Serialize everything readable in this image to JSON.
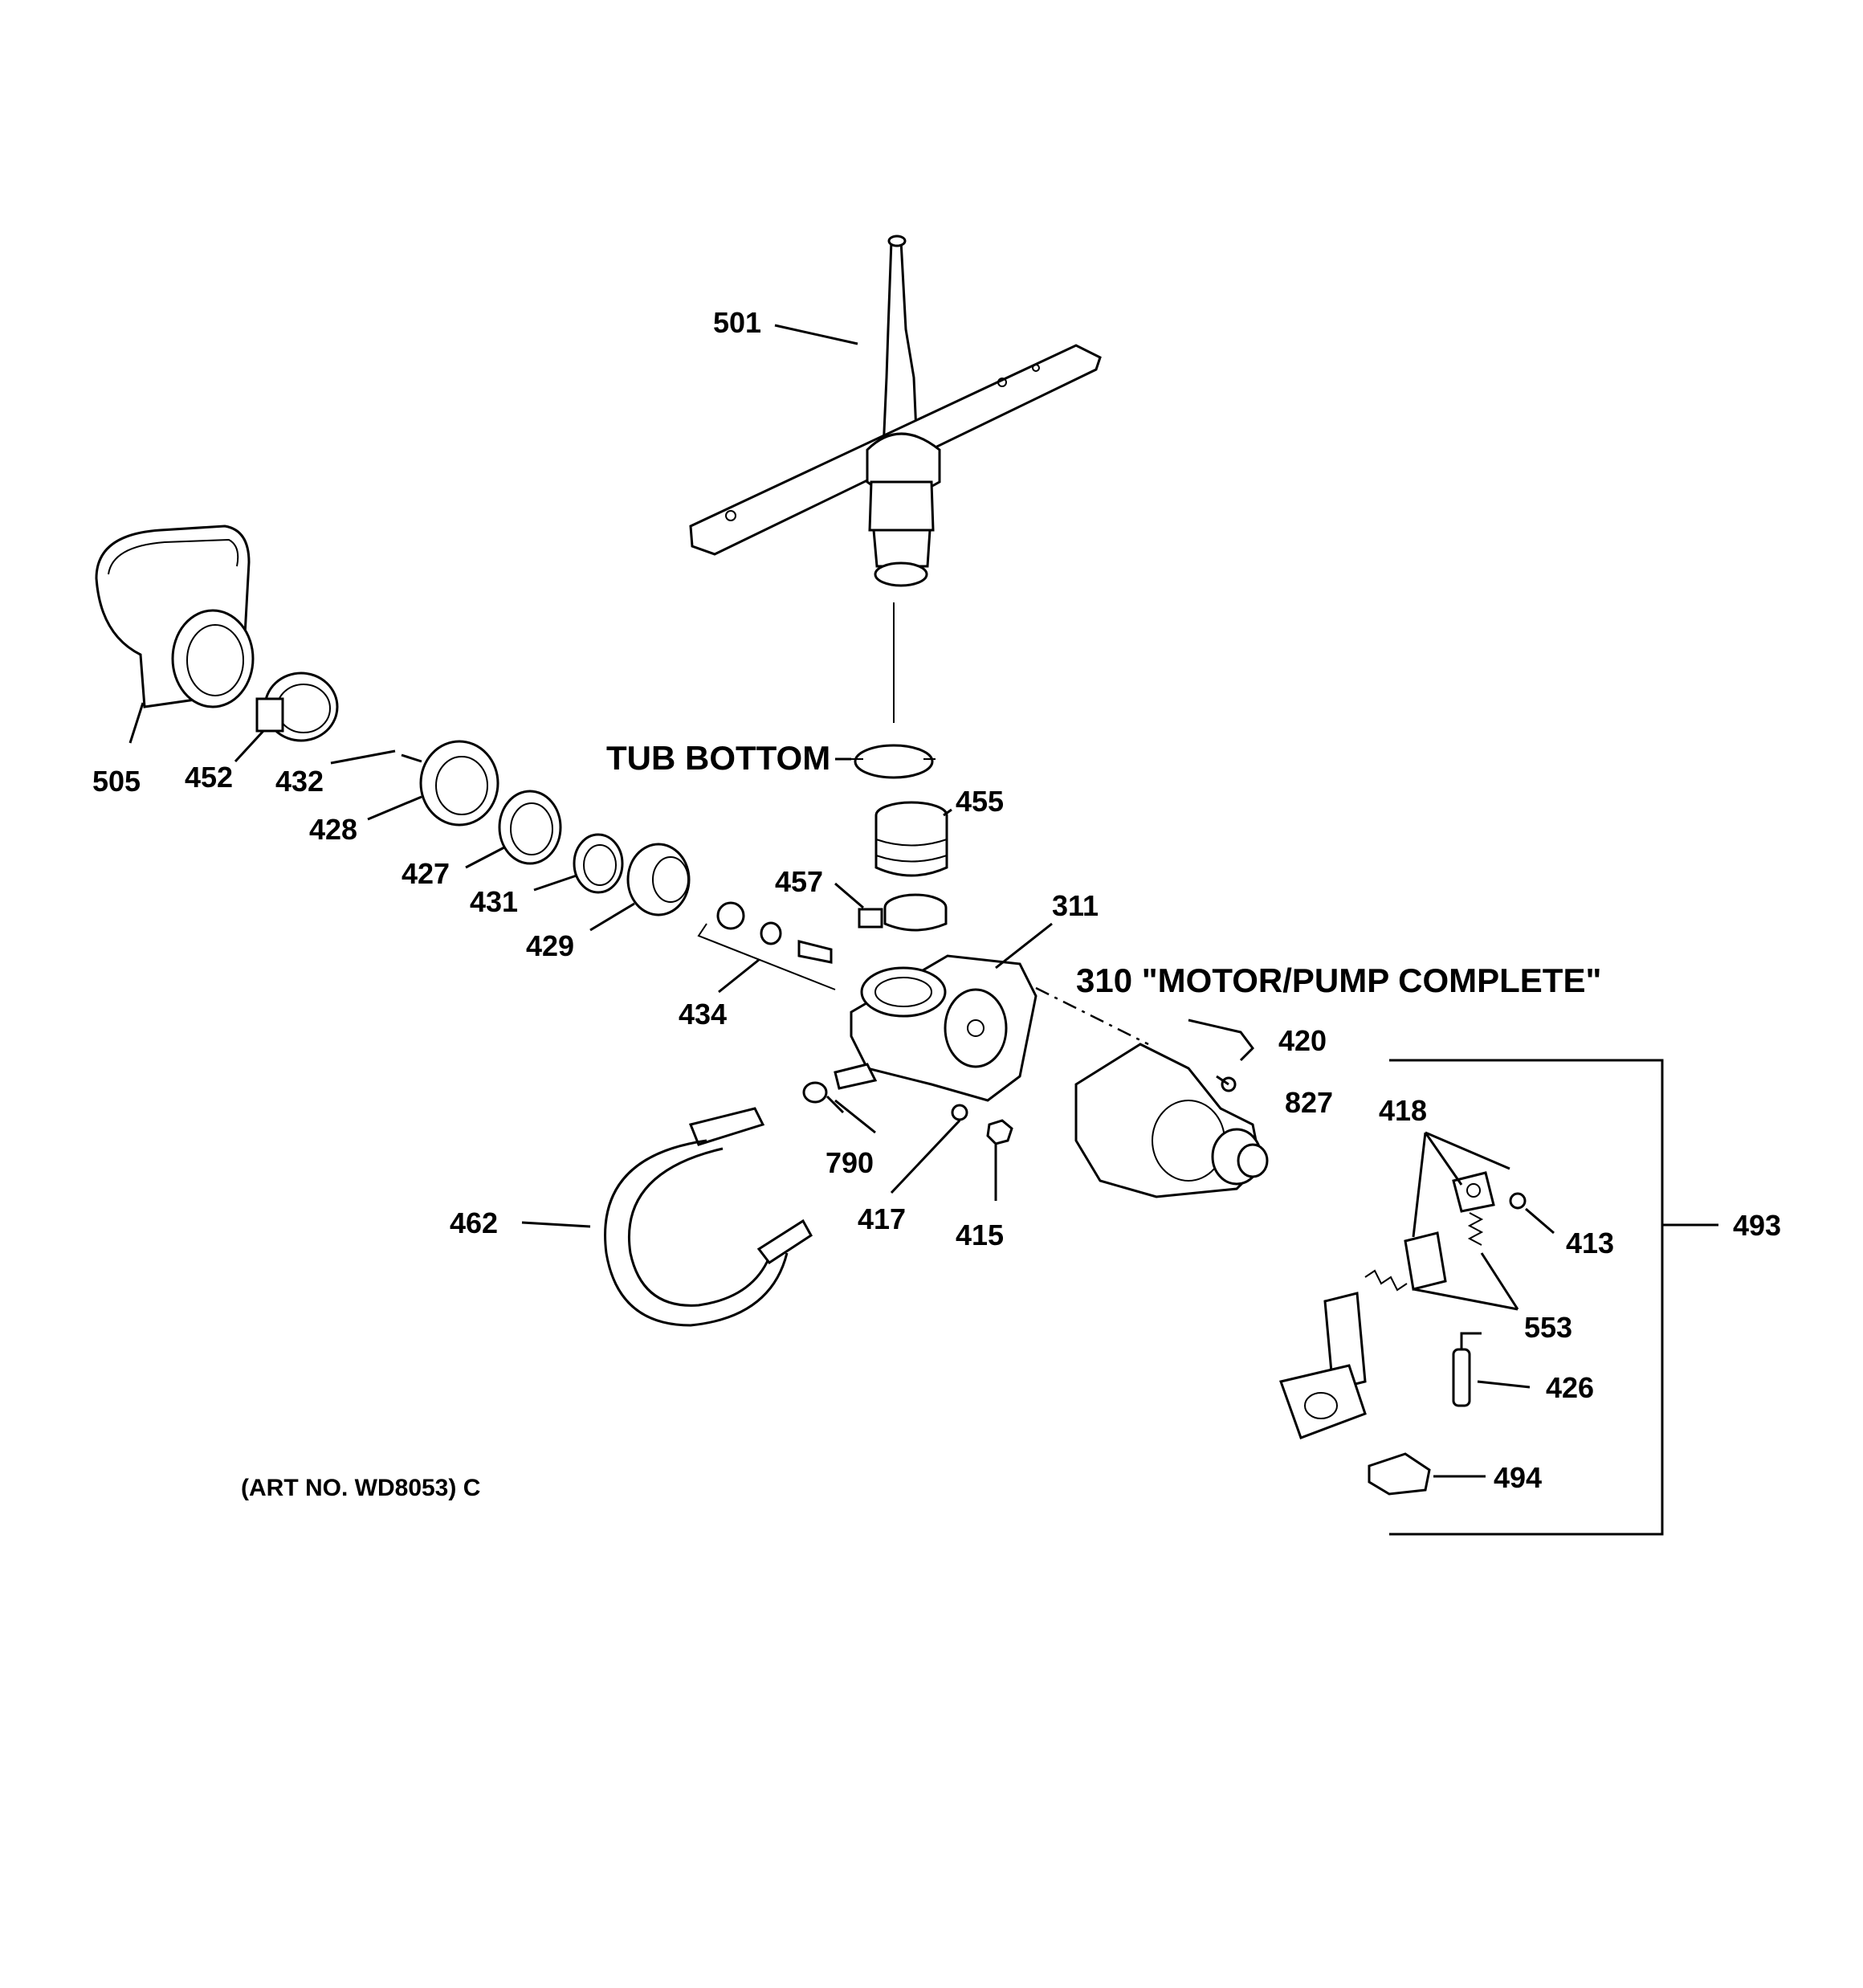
{
  "labels": {
    "p501": "501",
    "p505": "505",
    "p452": "452",
    "p432": "432",
    "p428": "428",
    "p427": "427",
    "p431": "431",
    "p429": "429",
    "p434": "434",
    "p455": "455",
    "p457": "457",
    "p311": "311",
    "p310": "310 \"MOTOR/PUMP COMPLETE\"",
    "p420": "420",
    "p827": "827",
    "p790": "790",
    "p417": "417",
    "p415": "415",
    "p462": "462",
    "p418": "418",
    "p413": "413",
    "p493": "493",
    "p553": "553",
    "p426": "426",
    "p494": "494",
    "tub_bottom": "TUB BOTTOM",
    "art_no": "(ART NO. WD8053) C"
  }
}
